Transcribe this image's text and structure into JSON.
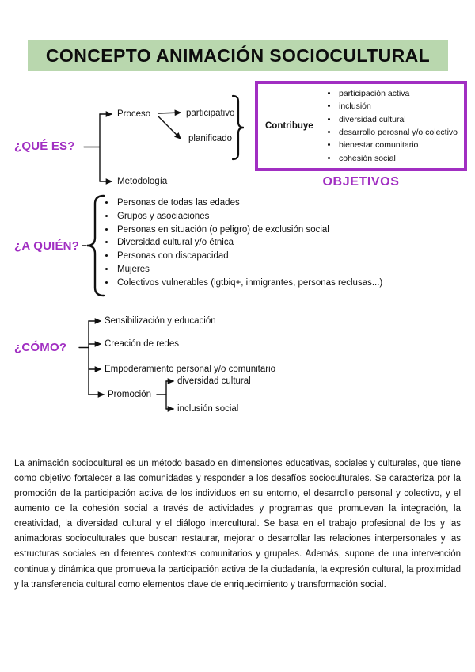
{
  "title": "CONCEPTO ANIMACIÓN SOCIOCULTURAL",
  "colors": {
    "accent_purple": "#a12fc2",
    "title_green": "#b9d7ae"
  },
  "que_es": {
    "label": "¿QUÉ ES?",
    "proceso": "Proceso",
    "participativo": "participativo",
    "planificado": "planificado",
    "metodologia": "Metodología",
    "contribuye": "Contribuye",
    "objetivos_heading": "OBJETIVOS",
    "objetivos": [
      "participación activa",
      "inclusión",
      "diversidad cultural",
      "desarrollo perosnal y/o colectivo",
      "bienestar comunitario",
      "cohesión social"
    ]
  },
  "a_quien": {
    "label": "¿A QUIÉN?",
    "items": [
      "Personas de todas las edades",
      "Grupos y asociaciones",
      "Personas en situación (o peligro) de exclusión social",
      "Diversidad cultural y/o étnica",
      "Personas con discapacidad",
      "Mujeres",
      "Colectivos vulnerables (lgtbiq+, inmigrantes, personas reclusas...)"
    ]
  },
  "como": {
    "label": "¿CÓMO?",
    "items": [
      "Sensibilización y educación",
      "Creación de redes",
      "Empoderamiento personal y/o comunitario",
      "Promoción"
    ],
    "promocion_items": [
      "diversidad cultural",
      "inclusión social"
    ]
  },
  "paragraph": "La animación sociocultural es un método basado en dimensiones educativas, sociales y culturales, que tiene como objetivo fortalecer a las comunidades y responder a los desafíos socioculturales. Se caracteriza por la promoción de la participación activa de los individuos en su entorno, el desarrollo personal y colectivo, y el aumento de la cohesión social a través de actividades y programas que promuevan la integración, la creatividad, la diversidad cultural y el diálogo intercultural. Se basa en el trabajo profesional de los y las animadoras socioculturales que buscan restaurar, mejorar o desarrollar las relaciones interpersonales y las estructuras sociales en diferentes contextos comunitarios y grupales. Además, supone de una intervención continua y dinámica que promueva la participación activa de la ciudadanía, la expresión cultural, la proximidad y la transferencia cultural como elementos clave de enriquecimiento y transformación social."
}
